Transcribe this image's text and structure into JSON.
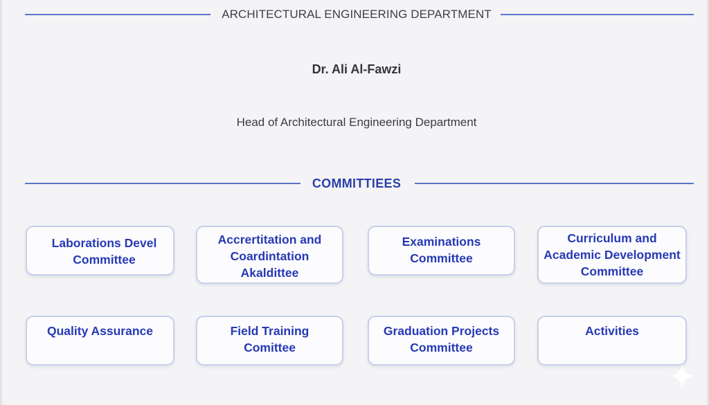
{
  "header": {
    "department_title": "ARCHITECTURAL ENGINEERING DEPARTMENT"
  },
  "head": {
    "name": "Dr. Ali Al-Fawzi",
    "role": "Head of Architectural Engineering Department"
  },
  "committees_section": {
    "title": "COMMITTIEES",
    "items": [
      {
        "label": "Laborations Devel\nCommittee"
      },
      {
        "label": "Accrertitation and\nCoardintation\nAkaldittee"
      },
      {
        "label": "Examinations\nCommittee"
      },
      {
        "label": "Curriculum and\nAcademic Development\nCommittee"
      },
      {
        "label": "Quality Assurance"
      },
      {
        "label": "Field Training\nComittee"
      },
      {
        "label": "Graduation Projects\nCommittee"
      },
      {
        "label": "Activities"
      }
    ]
  },
  "colors": {
    "accent": "#2639b4",
    "divider": "#5b73c7",
    "card_border": "#c7d0ec",
    "background": "#f4f4f6"
  },
  "icons": {
    "corner": "sparkle-icon"
  }
}
